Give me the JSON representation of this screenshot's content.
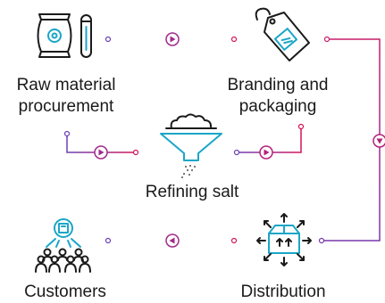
{
  "steps": {
    "raw_material": {
      "line1": "Raw material",
      "line2": "procurement",
      "icon": "salt-bag-icon"
    },
    "branding": {
      "line1": "Branding and",
      "line2": "packaging",
      "icon": "price-tag-icon"
    },
    "refining": {
      "label": "Refining salt",
      "icon": "funnel-icon"
    },
    "distribution": {
      "label": "Distribution",
      "icon": "box-distribution-icon"
    },
    "customers": {
      "label": "Customers",
      "icon": "customers-icon"
    }
  },
  "colors": {
    "arrow_gradient_start": "#6a3fb5",
    "arrow_gradient_end": "#d4145a",
    "icon_teal": "#1aa6c8",
    "icon_dark": "#1a1a1a"
  }
}
